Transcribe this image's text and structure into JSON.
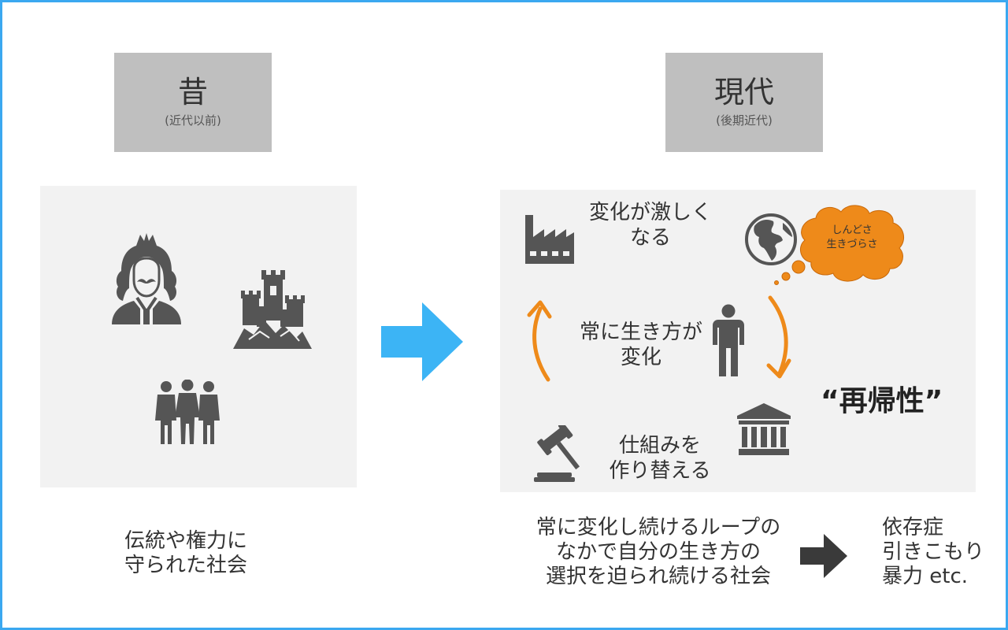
{
  "past": {
    "title": "昔",
    "subtitle": "(近代以前)",
    "caption_lines": [
      "伝統や権力に",
      "守られた社会"
    ]
  },
  "present": {
    "title": "現代",
    "subtitle": "(後期近代)",
    "cycle": {
      "change_lines": [
        "変化が激しく",
        "なる"
      ],
      "life_lines": [
        "常に生き方が",
        "変化"
      ],
      "rebuild_lines": [
        "仕組みを",
        "作り替える"
      ],
      "bubble_lines": [
        "しんどさ",
        "生きづらさ"
      ]
    },
    "reflexive_label": "“再帰性”",
    "caption_lines": [
      "常に変化し続けるループの",
      "なかで自分の生き方の",
      "選択を迫られ続ける社会"
    ],
    "result_lines": [
      "依存症",
      "引きこもり",
      "暴力 etc."
    ]
  },
  "colors": {
    "frame": "#3ba8f0",
    "header_bg": "#bfbfbf",
    "panel_bg": "#f2f2f2",
    "icon": "#555555",
    "arrow_blue": "#3cb4f5",
    "orange": "#ee8a1a",
    "dark_arrow": "#3a3a3a"
  },
  "icons": [
    "king-icon",
    "castle-icon",
    "people-group-icon",
    "factory-icon",
    "globe-icon",
    "person-icon",
    "bank-icon",
    "gavel-icon"
  ]
}
